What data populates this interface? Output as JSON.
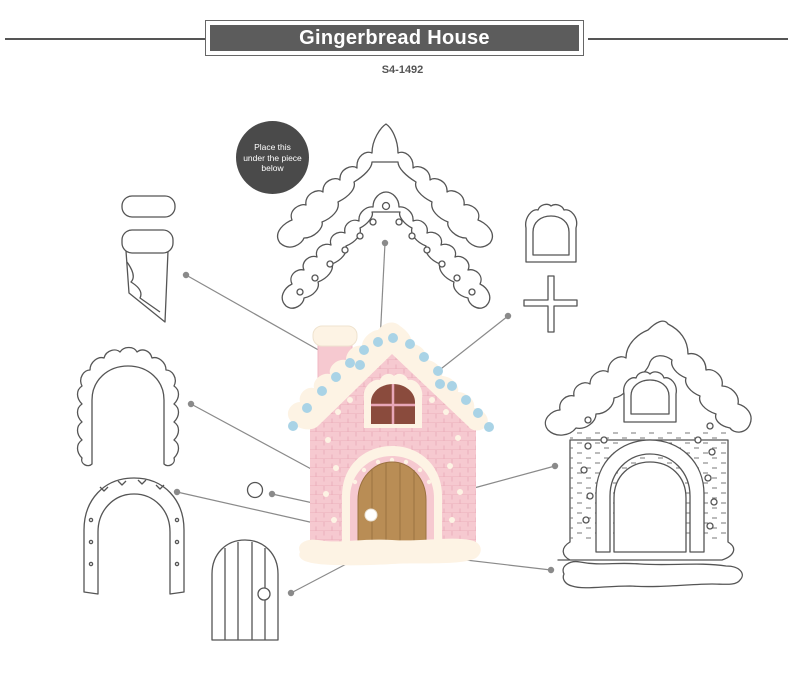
{
  "header": {
    "title": "Gingerbread House",
    "product_code": "S4-1492"
  },
  "note": {
    "text": "Place this\nunder the piece\nbelow"
  },
  "colors": {
    "outline": "#555555",
    "leader_line": "#8a8a8a",
    "title_bar": "#5c5c5c",
    "house_wall_pink": "#f6c9d0",
    "icing_cream": "#fdf3e4",
    "door_brown": "#b98d55",
    "window_brown": "#8a4b3d",
    "window_cross": "#e8a7b8",
    "candy_blue": "#a9d3e6"
  },
  "icons": {
    "title_frame": "rectangle-frame",
    "assembled_house": "gingerbread-house-illustration",
    "die_pieces": "die-cut-outline"
  }
}
